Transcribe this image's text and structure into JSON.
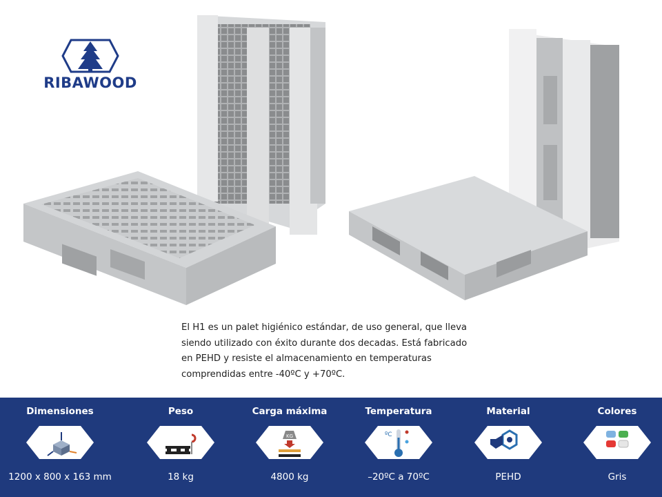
{
  "brand": {
    "name": "RIBAWOOD",
    "color": "#1f3c88"
  },
  "description": "El H1 es un palet higiénico estándar, de uso general, que lleva siendo utilizado con éxito durante dos decadas. Está fabricado en PEHD y resiste el almacenamiento en temperaturas comprendidas entre -40ºC y +70ºC.",
  "specs": [
    {
      "title": "Dimensiones",
      "value": "1200 x 800 x 163 mm",
      "icon": "dimensions-icon"
    },
    {
      "title": "Peso",
      "value": "18 kg",
      "icon": "weight-icon"
    },
    {
      "title": "Carga máxima",
      "value": "4800 kg",
      "icon": "max-load-icon"
    },
    {
      "title": "Temperatura",
      "value": "–20ºC a 70ºC",
      "icon": "temperature-icon"
    },
    {
      "title": "Material",
      "value": "PEHD",
      "icon": "material-icon"
    },
    {
      "title": "Colores",
      "value": "Gris",
      "icon": "colors-icon"
    }
  ],
  "colors": {
    "band": "#1f3a7d",
    "pallet": "#cfd1d3"
  }
}
